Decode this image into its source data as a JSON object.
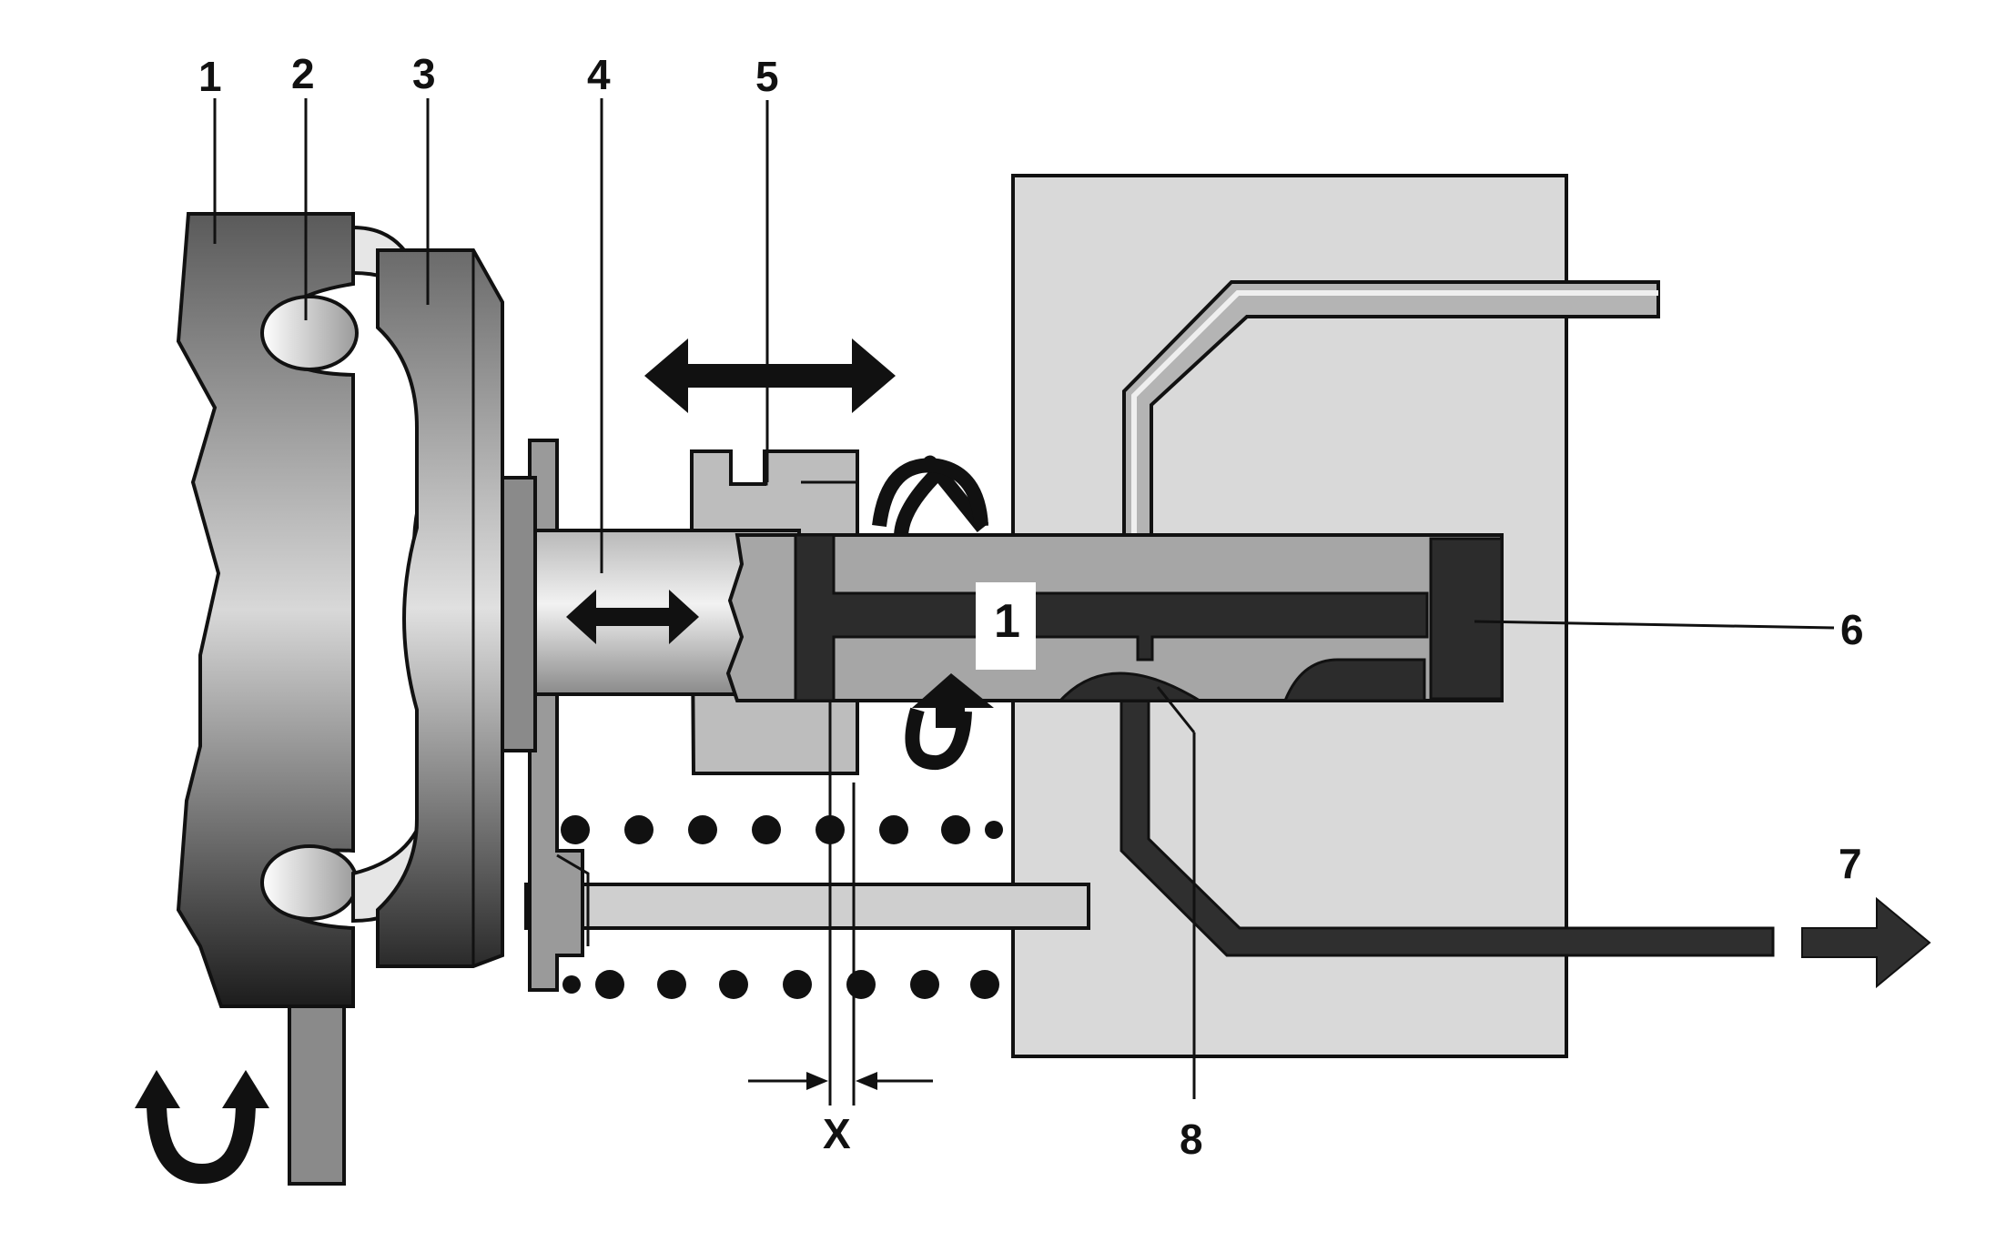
{
  "labels": {
    "part_1": "1",
    "part_2": "2",
    "part_3": "3",
    "part_4": "4",
    "part_5": "5",
    "part_6": "6",
    "part_7": "7",
    "part_8": "8",
    "gap_x": "X",
    "chamber_1": "1"
  },
  "colors": {
    "dark": "#2f2f2f",
    "mid": "#7a7a7a",
    "light": "#c8c8c8",
    "housing": "#d9d9d9",
    "outline": "#111111",
    "arrow": "#1a1a1a"
  }
}
